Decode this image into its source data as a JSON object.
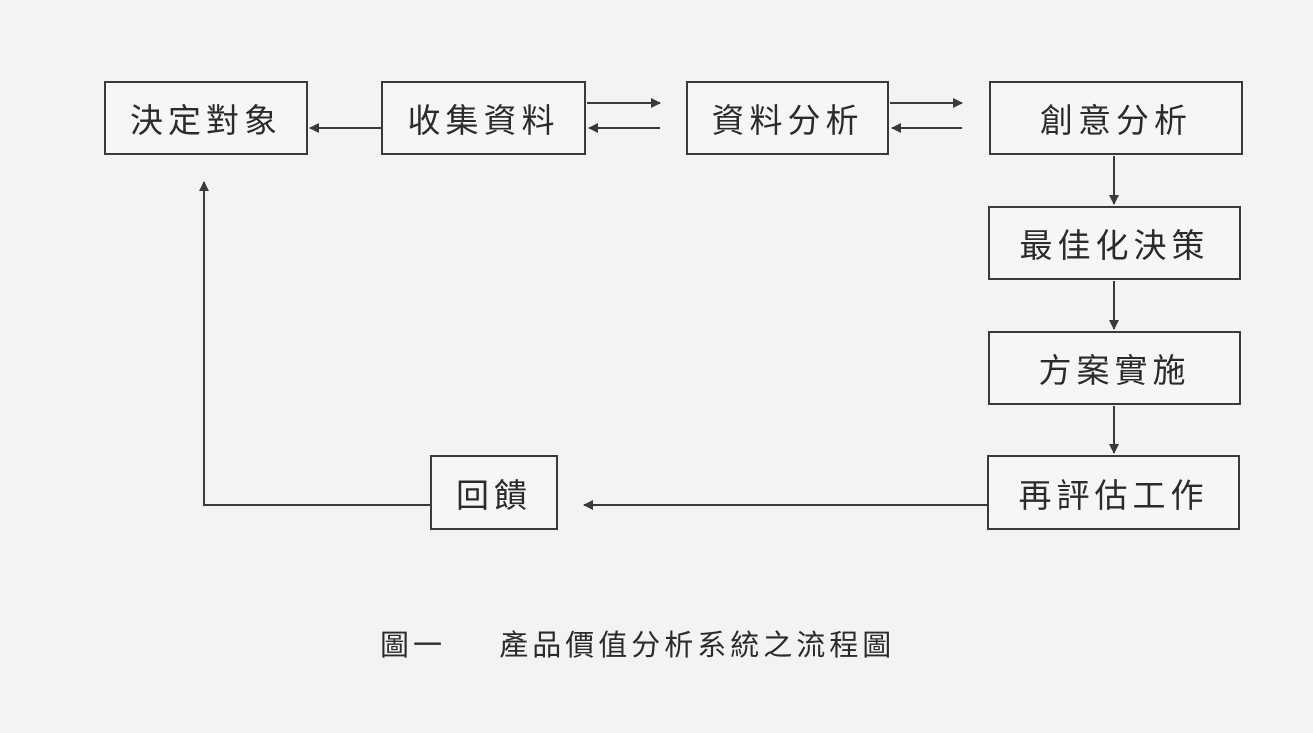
{
  "nodes": {
    "decide_target": "決定對象",
    "collect_data": "收集資料",
    "data_analysis": "資料分析",
    "creative_analysis": "創意分析",
    "optimize_decision": "最佳化決策",
    "plan_implementation": "方案實施",
    "reevaluate_work": "再評估工作",
    "feedback": "回饋"
  },
  "caption": {
    "number": "圖一",
    "title": "產品價值分析系統之流程圖"
  },
  "colors": {
    "line": "#3a3a3a",
    "background": "#f1f3f4"
  }
}
